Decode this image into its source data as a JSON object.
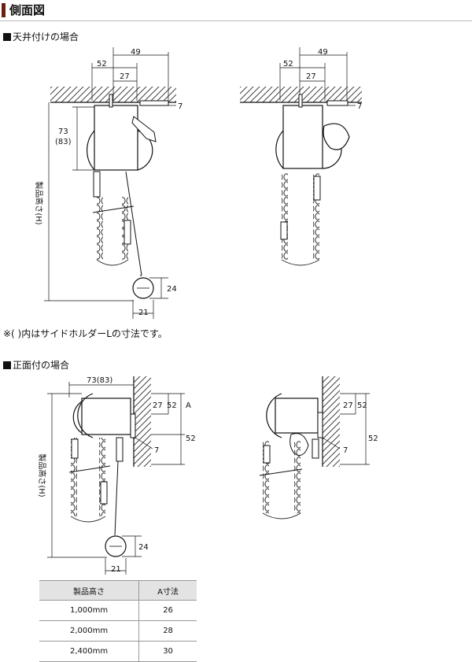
{
  "header": {
    "title": "側面図"
  },
  "sections": {
    "ceiling": {
      "label": "天井付けの場合"
    },
    "front": {
      "label": "正面付の場合"
    }
  },
  "note": "※( )内はサイドホルダーLの寸法です。",
  "dims": {
    "d49": "49",
    "d52": "52",
    "d27": "27",
    "d7": "7",
    "d73": "73",
    "d83": "(83)",
    "d24": "24",
    "d21": "21",
    "d7383": "73(83)",
    "dA": "A",
    "height_label": "製品高さ(H)"
  },
  "table": {
    "headers": [
      "製品高さ",
      "A寸法"
    ],
    "rows": [
      [
        "1,000mm",
        "26"
      ],
      [
        "2,000mm",
        "28"
      ],
      [
        "2,400mm",
        "30"
      ]
    ]
  }
}
